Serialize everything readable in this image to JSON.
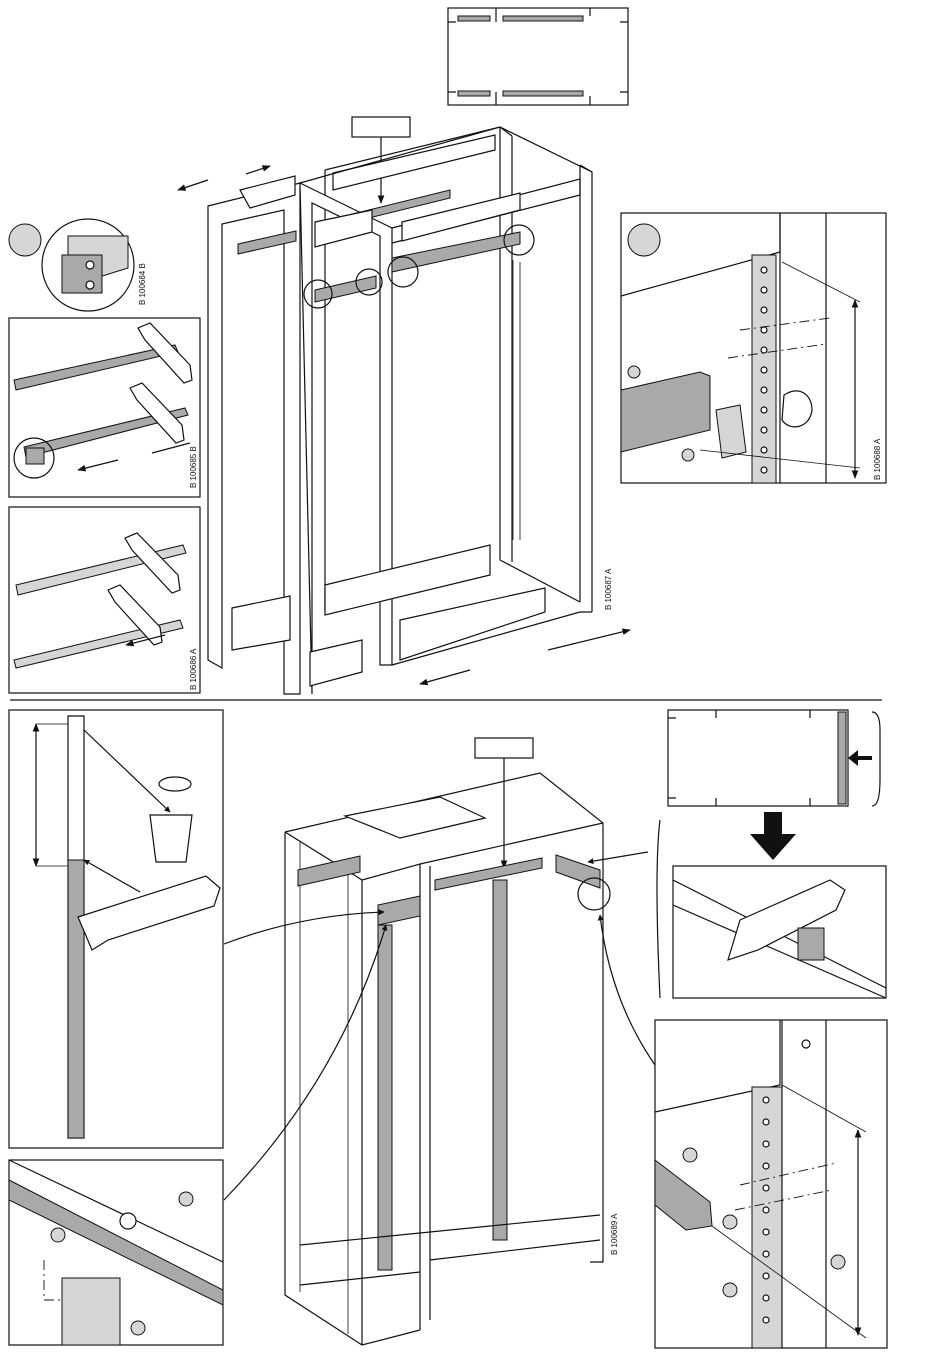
{
  "references": {
    "detail_bracket": "B 100684 B",
    "rail_cut_top": "B 100685 B",
    "rail_cut_bottom": "B 100686 A",
    "frame_top": "B 100687 A",
    "mounting_top": "B 100688 A",
    "frame_bottom": "B 100689 A"
  },
  "colors": {
    "line": "#111111",
    "part_grey": "#a9a9a9",
    "light_grey": "#d6d6d6",
    "background": "#ffffff"
  }
}
